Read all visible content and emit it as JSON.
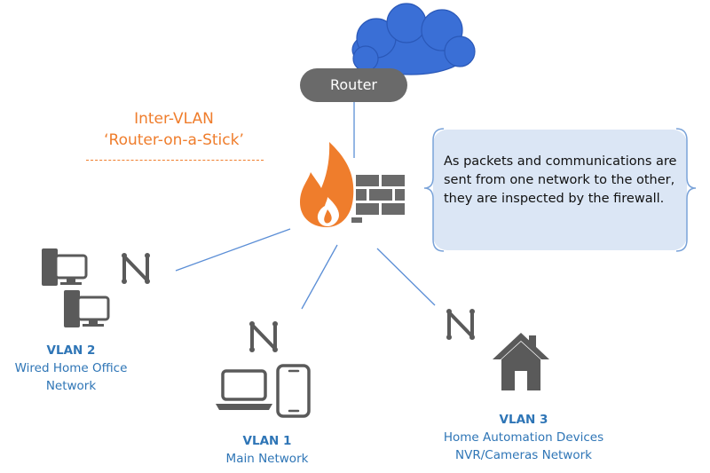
{
  "title": {
    "line1": "Inter-VLAN",
    "line2": "‘Router-on-a-Stick’"
  },
  "router": {
    "label": "Router"
  },
  "callout": {
    "text": "As packets and communications are sent from one network to the other, they are inspected by the firewall."
  },
  "vlans": [
    {
      "name": "VLAN 2",
      "lines": [
        "Wired Home Office",
        "Network"
      ]
    },
    {
      "name": "VLAN 1",
      "lines": [
        "Main Network"
      ]
    },
    {
      "name": "VLAN 3",
      "lines": [
        "Home Automation Devices",
        "NVR/Cameras Network"
      ]
    }
  ],
  "colors": {
    "cloud": "#3a6fd6",
    "router": "#6a6a6a",
    "accent_orange": "#ef7d2c",
    "vlan_text": "#2e75b6",
    "link_line": "#5b8ed6",
    "icon_gray": "#5a5a5a",
    "callout_fill": "#dbe6f5",
    "callout_border": "#7aa3d9"
  },
  "icons": [
    "cloud-icon",
    "firewall-icon",
    "network-switch-icon",
    "desktop-computer-icon",
    "laptop-icon",
    "mobile-phone-icon",
    "house-icon"
  ]
}
